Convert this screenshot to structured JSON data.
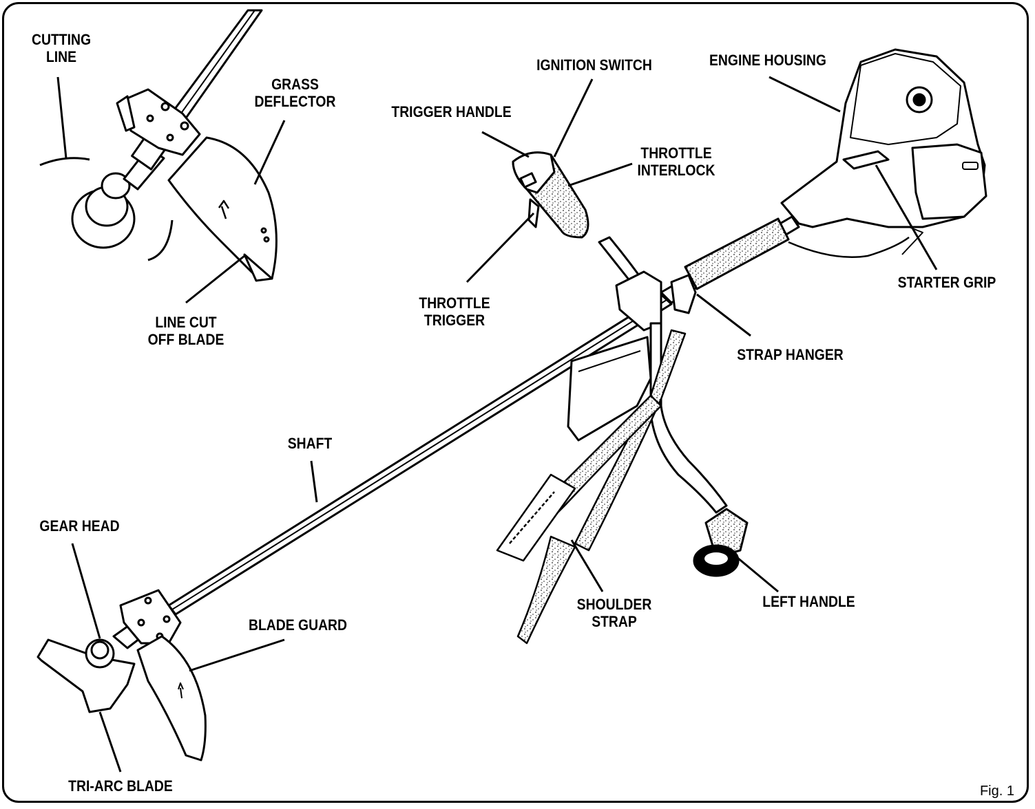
{
  "labels": {
    "cutting_line": [
      "CUTTING",
      "LINE"
    ],
    "grass_deflector": [
      "GRASS",
      "DEFLECTOR"
    ],
    "line_cut_off_blade": [
      "LINE CUT",
      "OFF BLADE"
    ],
    "ignition_switch": "IGNITION SWITCH",
    "trigger_handle": "TRIGGER HANDLE",
    "throttle_interlock": [
      "THROTTLE",
      "INTERLOCK"
    ],
    "throttle_trigger": [
      "THROTTLE",
      "TRIGGER"
    ],
    "engine_housing": "ENGINE HOUSING",
    "starter_grip": "STARTER GRIP",
    "strap_hanger": "STRAP HANGER",
    "shaft": "SHAFT",
    "gear_head": "GEAR HEAD",
    "blade_guard": "BLADE GUARD",
    "tri_arc_blade": "TRI-ARC BLADE",
    "shoulder_strap": [
      "SHOULDER",
      "STRAP"
    ],
    "left_handle": "LEFT HANDLE"
  },
  "figure_caption": "Fig. 1"
}
